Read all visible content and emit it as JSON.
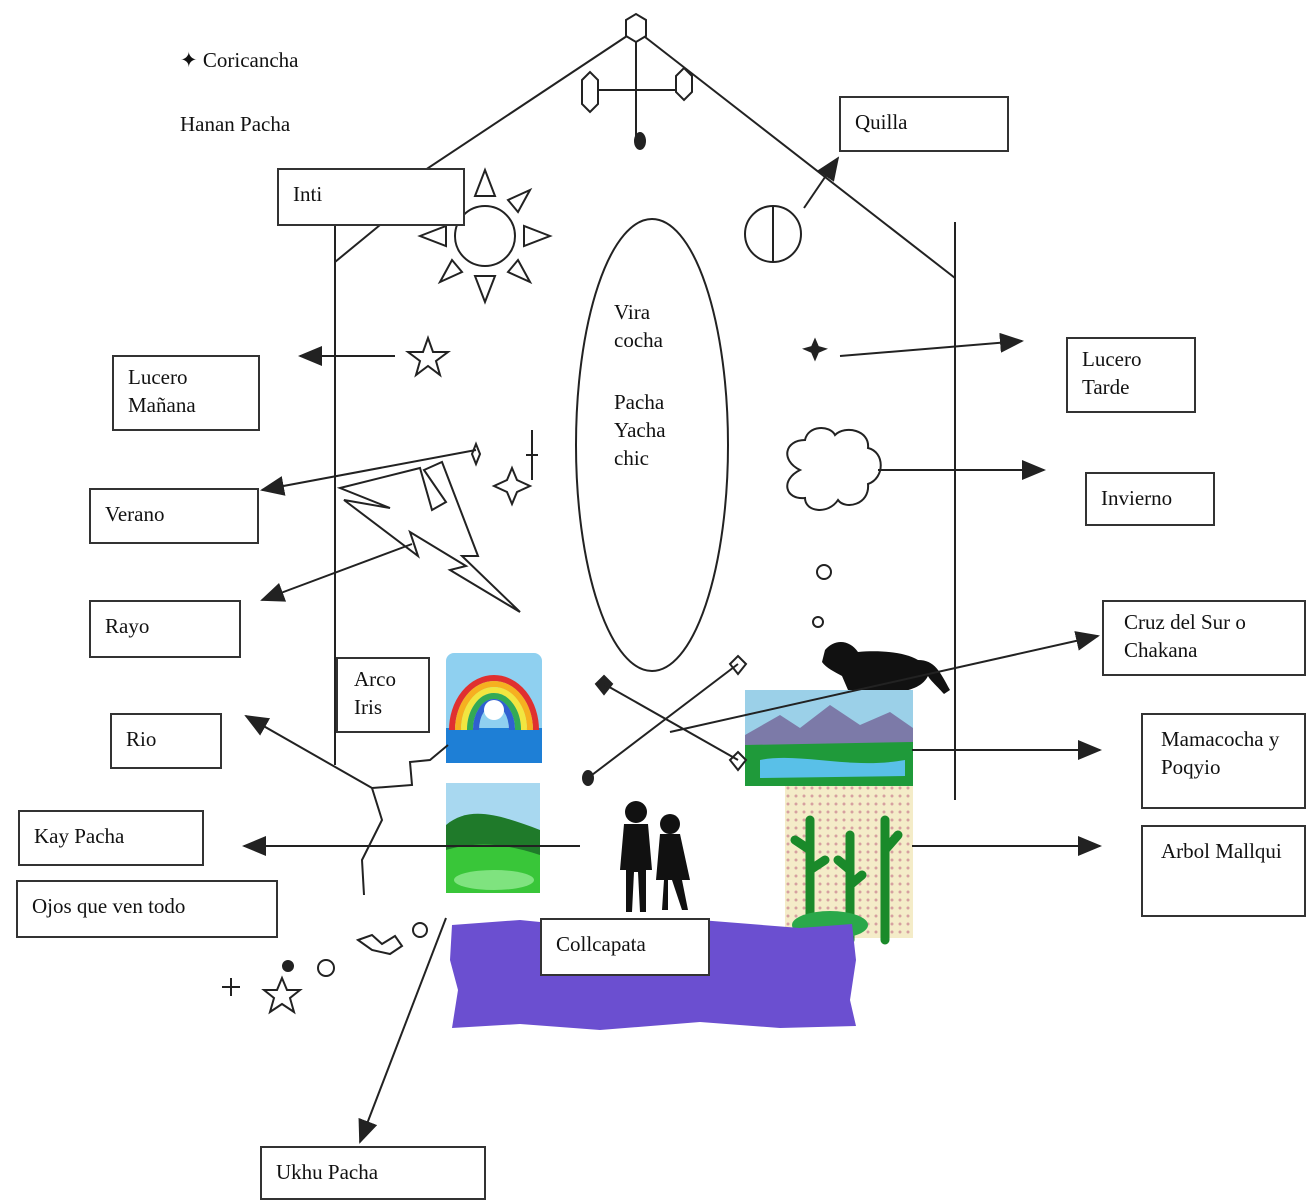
{
  "header": {
    "legend": "Coricancha",
    "world": "Hanan Pacha"
  },
  "center_text": {
    "line1": "Vira\ncocha",
    "line2": "Pacha\nYacha\nchic"
  },
  "boxes": {
    "inti": "Inti",
    "quilla": "Quilla",
    "lucero_manana": "Lucero\nMañana",
    "lucero_tarde": "Lucero\nTarde",
    "verano": "Verano",
    "invierno": "Invierno",
    "rayo": "Rayo",
    "cruz_del_sur": "Cruz del Sur o\nChakana",
    "arco_iris": "Arco\nIris",
    "rio": "Rio",
    "mamacocha": "Mamacocha y\nPoqyio",
    "kay_pacha": "Kay Pacha",
    "arbol": "Arbol Mallqui",
    "ojos": "Ojos que ven todo",
    "collcapata": "Collcapata",
    "ukhu_pacha": "Ukhu Pacha"
  },
  "colors": {
    "purple_field": "#6b4fd0",
    "sky": "#8fd0f0",
    "grass": "#2fb52f",
    "line": "#222222"
  },
  "icons": [
    "sun-icon",
    "moon-icon",
    "star-icon",
    "cloud-icon",
    "lightning-icon",
    "rainbow-icon",
    "landscape-icon",
    "couple-icon",
    "puma-icon",
    "cactus-icon",
    "mountain-lake-icon",
    "cross-icon"
  ]
}
